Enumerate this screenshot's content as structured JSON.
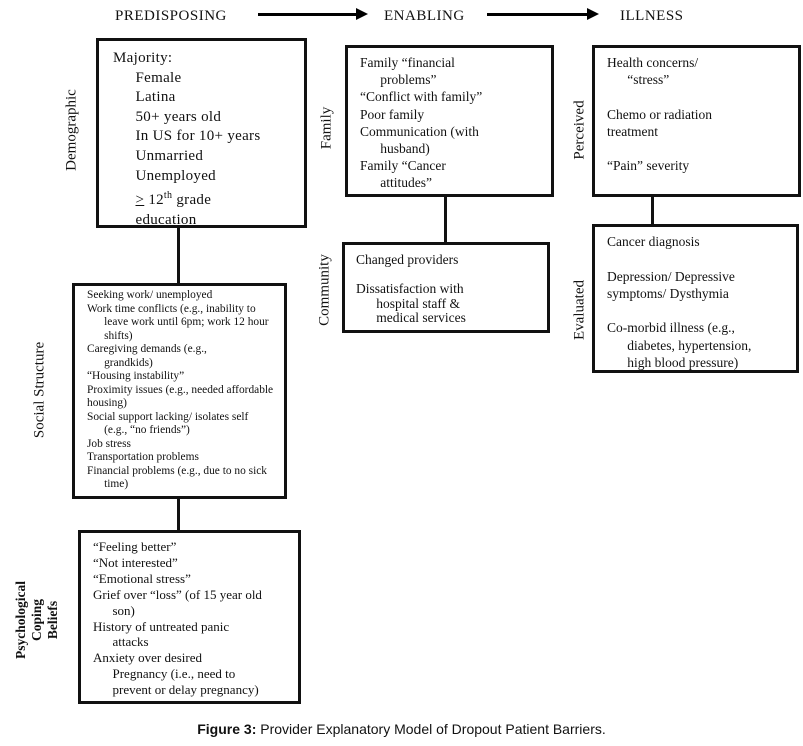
{
  "header": {
    "predisposing": "PREDISPOSING",
    "enabling": "ENABLING",
    "illness": "ILLNESS"
  },
  "labels": {
    "demographic": "Demographic",
    "social_structure": "Social Structure",
    "psych": [
      "Psychological",
      "Coping",
      "Beliefs"
    ],
    "family": "Family",
    "community": "Community",
    "perceived": "Perceived",
    "evaluated": "Evaluated"
  },
  "demographic": [
    {
      "t": "Majority:",
      "i": 0
    },
    {
      "t": "Female",
      "i": 1
    },
    {
      "t": "Latina",
      "i": 1
    },
    {
      "t": "50+ years old",
      "i": 1
    },
    {
      "t": "In US for 10+ years",
      "i": 1
    },
    {
      "t": "Unmarried",
      "i": 1
    },
    {
      "t": "Unemployed",
      "i": 1
    },
    {
      "t": "≥ 12th grade",
      "i": 1
    },
    {
      "t": "education",
      "i": 1
    }
  ],
  "social_structure": [
    {
      "t": "Seeking work/ unemployed",
      "i": 0
    },
    {
      "t": "Work time conflicts (e.g., inability to",
      "i": 0
    },
    {
      "t": "leave work until 6pm; work 12 hour",
      "i": 1
    },
    {
      "t": "shifts)",
      "i": 1
    },
    {
      "t": "Caregiving demands (e.g.,",
      "i": 0
    },
    {
      "t": "grandkids)",
      "i": 1
    },
    {
      "t": "“Housing instability”",
      "i": 0
    },
    {
      "t": "Proximity issues (e.g., needed affordable",
      "i": 0
    },
    {
      "t": "housing)",
      "i": 0
    },
    {
      "t": "Social support lacking/ isolates self",
      "i": 0
    },
    {
      "t": "(e.g., “no friends”)",
      "i": 1
    },
    {
      "t": "Job stress",
      "i": 0
    },
    {
      "t": "Transportation problems",
      "i": 0
    },
    {
      "t": "Financial problems (e.g., due to no sick",
      "i": 0
    },
    {
      "t": "time)",
      "i": 1
    }
  ],
  "psych": [
    {
      "t": "“Feeling better”",
      "i": 0
    },
    {
      "t": "“Not interested”",
      "i": 0
    },
    {
      "t": "“Emotional stress”",
      "i": 0
    },
    {
      "t": "Grief over “loss” (of 15 year old",
      "i": 0
    },
    {
      "t": "son)",
      "i": 1
    },
    {
      "t": "History of untreated panic",
      "i": 0
    },
    {
      "t": "attacks",
      "i": 1
    },
    {
      "t": "Anxiety over desired",
      "i": 0
    },
    {
      "t": "Pregnancy (i.e., need to",
      "i": 1
    },
    {
      "t": "prevent or delay pregnancy)",
      "i": 1
    }
  ],
  "family": [
    {
      "t": "Family “financial",
      "i": 0
    },
    {
      "t": "problems”",
      "i": 1
    },
    {
      "t": "“Conflict with family”",
      "i": 0
    },
    {
      "t": "Poor family",
      "i": 0
    },
    {
      "t": "Communication (with",
      "i": 0
    },
    {
      "t": "husband)",
      "i": 1
    },
    {
      "t": "Family “Cancer",
      "i": 0
    },
    {
      "t": "attitudes”",
      "i": 1
    }
  ],
  "community": [
    {
      "t": "Changed providers",
      "i": 0
    },
    {
      "t": "",
      "i": 0
    },
    {
      "t": "Dissatisfaction with",
      "i": 0
    },
    {
      "t": "hospital staff &",
      "i": 1
    },
    {
      "t": "medical services",
      "i": 1
    }
  ],
  "perceived": [
    {
      "t": "Health concerns/",
      "i": 0
    },
    {
      "t": "“stress”",
      "i": 1
    },
    {
      "t": "",
      "i": 0
    },
    {
      "t": "Chemo or radiation",
      "i": 0
    },
    {
      "t": "treatment",
      "i": 0
    },
    {
      "t": "",
      "i": 0
    },
    {
      "t": "“Pain” severity",
      "i": 0
    }
  ],
  "evaluated": [
    {
      "t": "Cancer diagnosis",
      "i": 0
    },
    {
      "t": "",
      "i": 0
    },
    {
      "t": "Depression/ Depressive",
      "i": 0
    },
    {
      "t": "symptoms/ Dysthymia",
      "i": 0
    },
    {
      "t": "",
      "i": 0
    },
    {
      "t": "Co-morbid illness (e.g.,",
      "i": 0
    },
    {
      "t": "diabetes, hypertension,",
      "i": 1
    },
    {
      "t": "high blood pressure)",
      "i": 1
    }
  ],
  "caption": {
    "bold": "Figure 3:",
    "text": " Provider Explanatory Model of Dropout Patient Barriers."
  }
}
